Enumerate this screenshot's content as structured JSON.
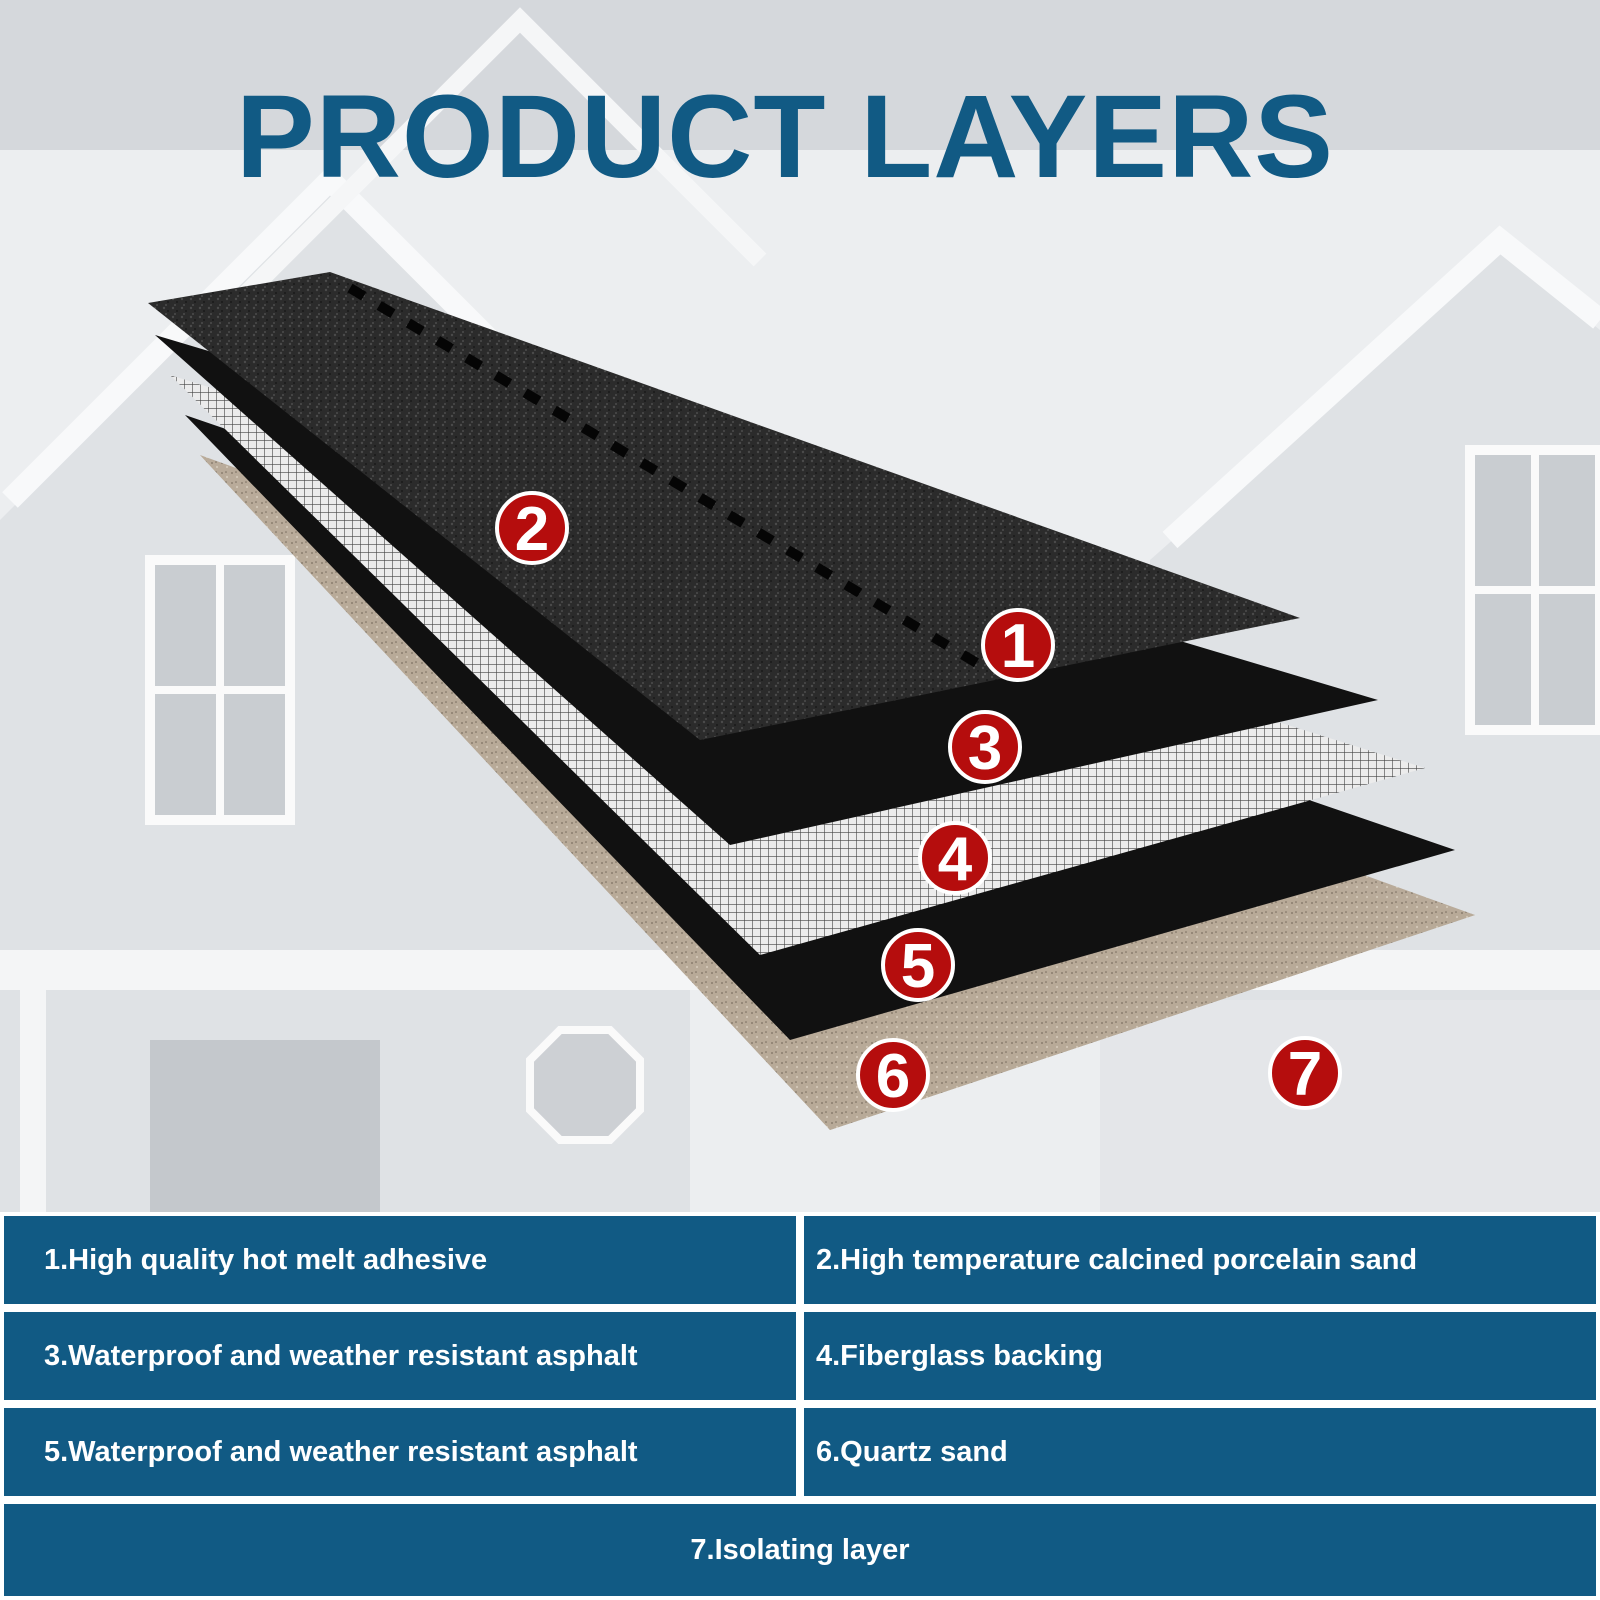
{
  "title": "PRODUCT LAYERS",
  "colors": {
    "brand_blue": "#115a84",
    "badge_red": "#b50d0d",
    "badge_text": "#ffffff",
    "cell_text": "#ffffff"
  },
  "badges": [
    "1",
    "2",
    "3",
    "4",
    "5",
    "6",
    "7"
  ],
  "legend": [
    "1.High quality hot melt adhesive",
    "2.High temperature calcined porcelain sand",
    "3.Waterproof and weather resistant asphalt",
    "4.Fiberglass backing",
    "5.Waterproof and weather resistant asphalt",
    "6.Quartz sand",
    "7.Isolating layer"
  ]
}
